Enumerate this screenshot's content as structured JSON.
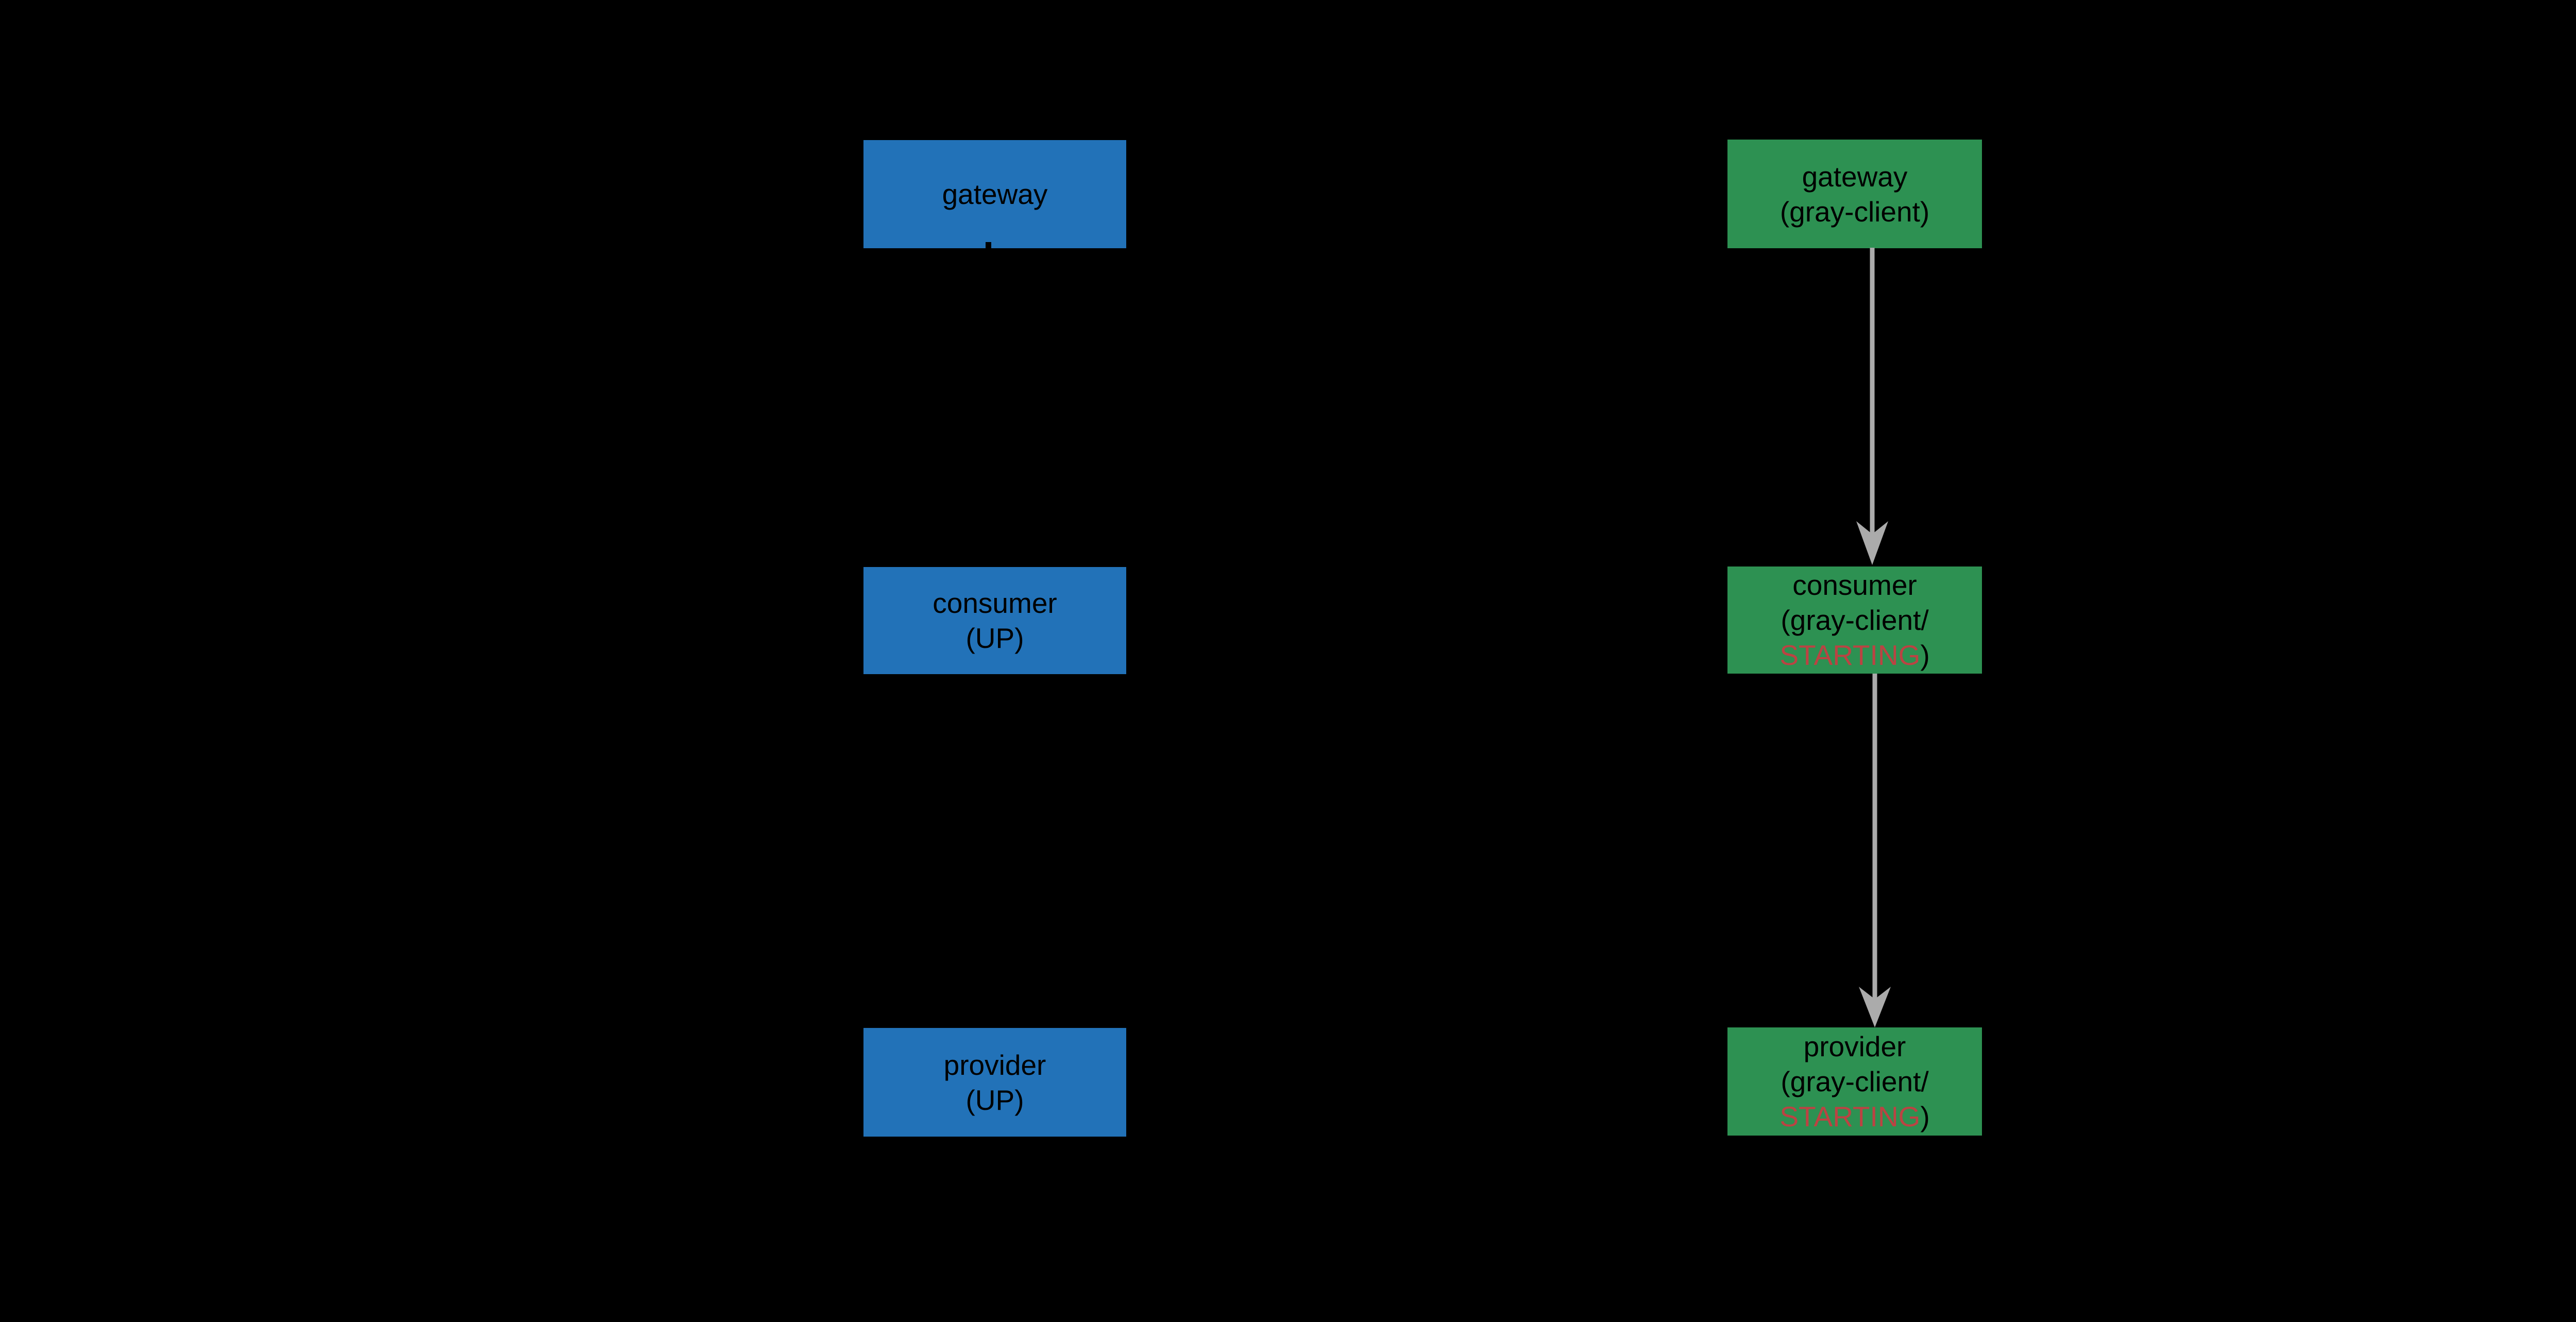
{
  "colors": {
    "background": "#000000",
    "node_blue": "#2272B8",
    "node_green": "#2D9152",
    "status_red": "#BB4343",
    "arrow_gray": "#ABABAB",
    "text": "#000000",
    "cursor_white": "#FFFFFF"
  },
  "left_column": {
    "boxes": [
      {
        "id": "gateway",
        "lines": [
          "gateway"
        ]
      },
      {
        "id": "consumer",
        "lines": [
          "consumer",
          "(UP)"
        ]
      },
      {
        "id": "provider",
        "lines": [
          "provider",
          "(UP)"
        ]
      }
    ]
  },
  "right_column": {
    "boxes": [
      {
        "id": "gateway",
        "lines": [
          "gateway",
          "(gray-client)"
        ]
      },
      {
        "id": "consumer",
        "lines": [
          "consumer",
          "(gray-client/"
        ],
        "status": "STARTING",
        "status_suffix": ")"
      },
      {
        "id": "provider",
        "lines": [
          "provider",
          "(gray-client/"
        ],
        "status": "STARTING",
        "status_suffix": ")"
      }
    ]
  },
  "arrows": [
    {
      "id": "gateway-to-consumer",
      "direction": "down"
    },
    {
      "id": "consumer-to-provider",
      "direction": "down"
    }
  ]
}
